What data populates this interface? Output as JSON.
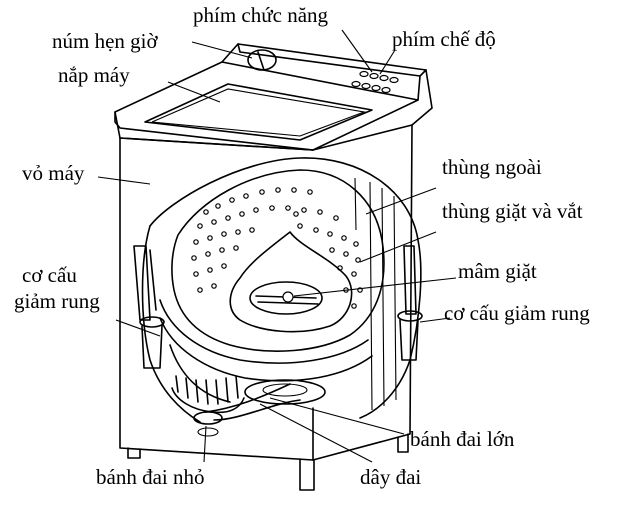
{
  "labels": {
    "function_buttons": "phím chức năng",
    "timer_knob": "núm hẹn giờ",
    "mode_buttons": "phím chế độ",
    "lid": "nắp máy",
    "casing": "vỏ máy",
    "outer_tub": "thùng ngoài",
    "wash_spin_tub": "thùng giặt và vắt",
    "pulsator": "mâm giặt",
    "damper_left": "cơ cấu\ngiảm rung",
    "damper_right": "cơ cấu giảm rung",
    "large_pulley": "bánh đai lớn",
    "small_pulley": "bánh đai nhỏ",
    "belt": "dây đai"
  },
  "colors": {
    "ink": "#000000",
    "paper": "#ffffff"
  }
}
